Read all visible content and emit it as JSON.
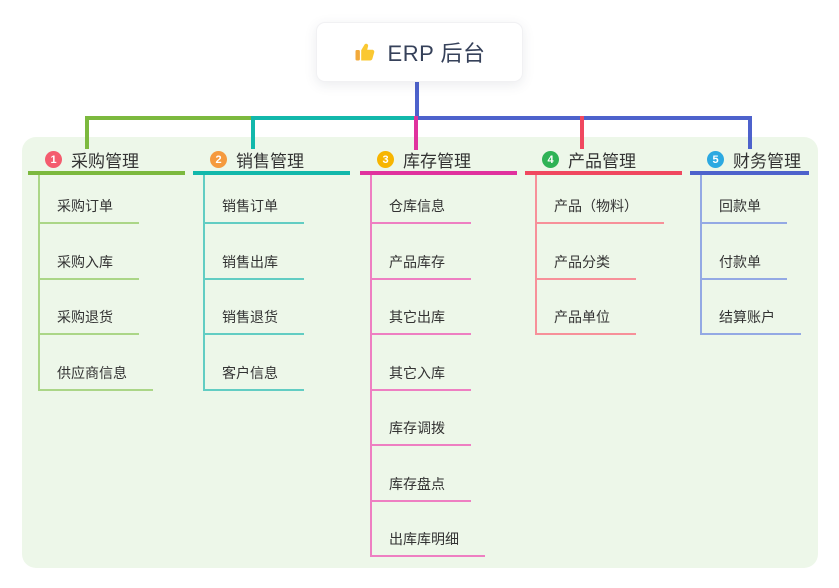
{
  "root": {
    "label": "ERP 后台",
    "icon": "thumbs-up-icon"
  },
  "colors": {
    "panel_bg": "#edf7e9",
    "root_line": "#4d62cc"
  },
  "branches": [
    {
      "num": "1",
      "title": "采购管理",
      "badge_color": "#f45c6e",
      "line_color": "#7cb93e",
      "child_line_color": "#abd687",
      "children": [
        "采购订单",
        "采购入库",
        "采购退货",
        "供应商信息"
      ]
    },
    {
      "num": "2",
      "title": "销售管理",
      "badge_color": "#f59a3e",
      "line_color": "#12b8ab",
      "child_line_color": "#62cdc3",
      "children": [
        "销售订单",
        "销售出库",
        "销售退货",
        "客户信息"
      ]
    },
    {
      "num": "3",
      "title": "库存管理",
      "badge_color": "#f7b500",
      "line_color": "#e0329e",
      "child_line_color": "#ee7fc2",
      "children": [
        "仓库信息",
        "产品库存",
        "其它出库",
        "其它入库",
        "库存调拨",
        "库存盘点",
        "出库库明细"
      ]
    },
    {
      "num": "4",
      "title": "产品管理",
      "badge_color": "#2fb356",
      "line_color": "#f0485f",
      "child_line_color": "#f79099",
      "children": [
        "产品（物料）",
        "产品分类",
        "产品单位"
      ]
    },
    {
      "num": "5",
      "title": "财务管理",
      "badge_color": "#2ca9e1",
      "line_color": "#4d62cc",
      "child_line_color": "#94a9e4",
      "children": [
        "回款单",
        "付款单",
        "结算账户"
      ]
    }
  ]
}
